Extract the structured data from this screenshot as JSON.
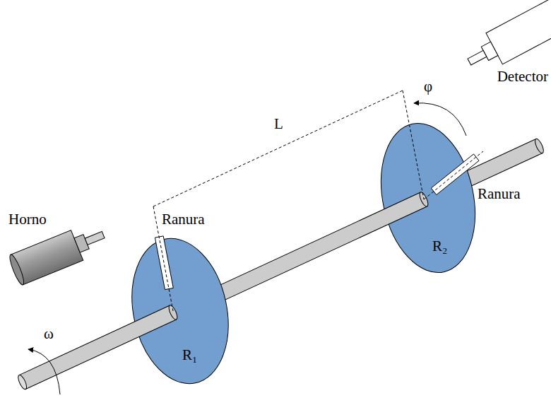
{
  "diagram": {
    "labels": [
      "Horno",
      "Ranura",
      "L",
      "φ",
      "Ranura",
      "Detector",
      "ω",
      "R₁",
      "R₂"
    ]
  }
}
